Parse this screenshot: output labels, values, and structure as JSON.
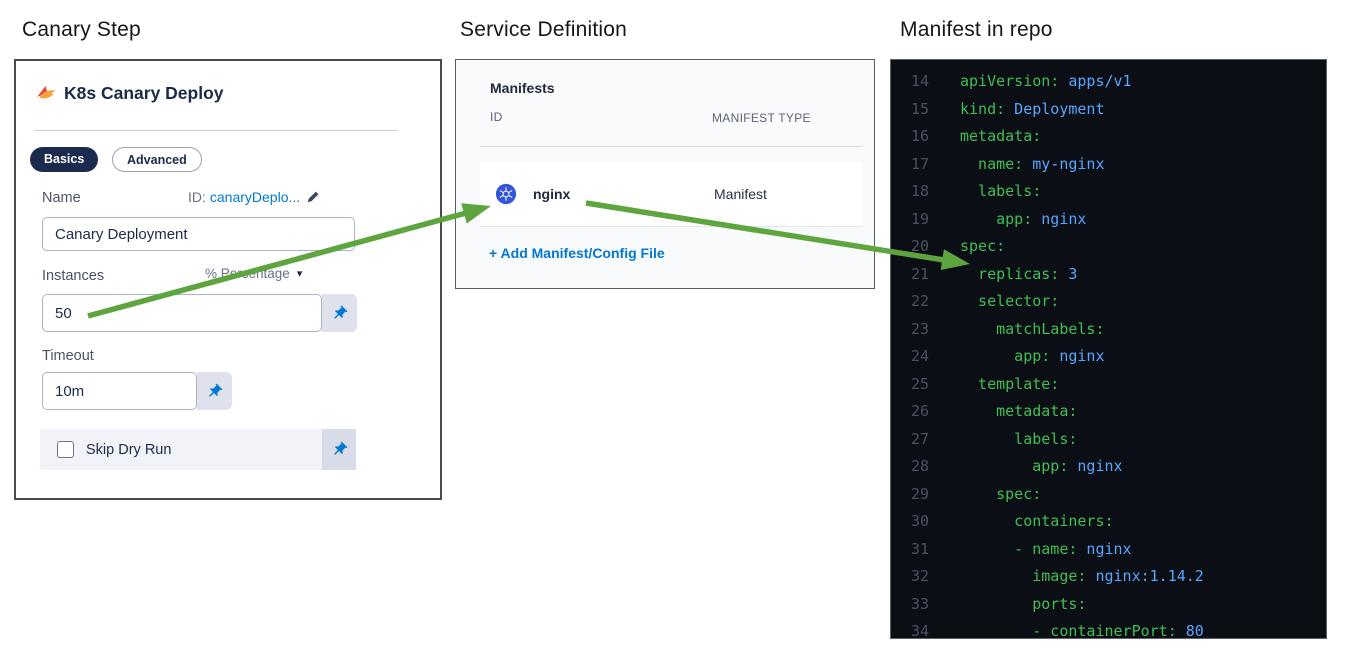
{
  "colors": {
    "accent_blue": "#0278d5",
    "navy": "#1d2a47",
    "pill_navy": "#1b2b4e",
    "arrow_green": "#5fa53f",
    "code_bg": "#0b0e14",
    "code_key": "#3fbf54",
    "code_value": "#58a6ff",
    "code_linenum": "#4a5160",
    "k8s_blue": "#3355d8"
  },
  "titles": {
    "canary_step": "Canary Step",
    "service_definition": "Service Definition",
    "manifest_in_repo": "Manifest in repo"
  },
  "canary_panel": {
    "header": "K8s Canary Deploy",
    "tabs": [
      {
        "label": "Basics",
        "active": true
      },
      {
        "label": "Advanced",
        "active": false
      }
    ],
    "name_label": "Name",
    "id_prefix": "ID:",
    "id_value": "canaryDeplo...",
    "name_value": "Canary Deployment",
    "instances_label": "Instances",
    "instances_unit": "% Percentage",
    "instances_unit_caret": "▾",
    "instances_value": "50",
    "timeout_label": "Timeout",
    "timeout_value": "10m",
    "skip_dry_run_label": "Skip Dry Run",
    "skip_dry_run_checked": false
  },
  "service_panel": {
    "heading": "Manifests",
    "columns": [
      "ID",
      "MANIFEST TYPE"
    ],
    "rows": [
      {
        "id": "nginx",
        "type": "Manifest",
        "icon": "kubernetes-icon"
      }
    ],
    "add_link": "+ Add Manifest/Config File"
  },
  "code_panel": {
    "language": "yaml",
    "lines": [
      {
        "n": 14,
        "parts": [
          [
            "k",
            "apiVersion:"
          ],
          [
            "v",
            " apps/v1"
          ]
        ]
      },
      {
        "n": 15,
        "parts": [
          [
            "k",
            "kind:"
          ],
          [
            "v",
            " Deployment"
          ]
        ]
      },
      {
        "n": 16,
        "parts": [
          [
            "k",
            "metadata:"
          ]
        ]
      },
      {
        "n": 17,
        "parts": [
          [
            "k",
            "  name:"
          ],
          [
            "v",
            " my-nginx"
          ]
        ]
      },
      {
        "n": 18,
        "parts": [
          [
            "k",
            "  labels:"
          ]
        ]
      },
      {
        "n": 19,
        "parts": [
          [
            "k",
            "    app:"
          ],
          [
            "v",
            " nginx"
          ]
        ]
      },
      {
        "n": 20,
        "parts": [
          [
            "k",
            "spec:"
          ]
        ]
      },
      {
        "n": 21,
        "parts": [
          [
            "k",
            "  replicas:"
          ],
          [
            "v",
            " 3"
          ]
        ]
      },
      {
        "n": 22,
        "parts": [
          [
            "k",
            "  selector:"
          ]
        ]
      },
      {
        "n": 23,
        "parts": [
          [
            "k",
            "    matchLabels:"
          ]
        ]
      },
      {
        "n": 24,
        "parts": [
          [
            "k",
            "      app:"
          ],
          [
            "v",
            " nginx"
          ]
        ]
      },
      {
        "n": 25,
        "parts": [
          [
            "k",
            "  template:"
          ]
        ]
      },
      {
        "n": 26,
        "parts": [
          [
            "k",
            "    metadata:"
          ]
        ]
      },
      {
        "n": 27,
        "parts": [
          [
            "k",
            "      labels:"
          ]
        ]
      },
      {
        "n": 28,
        "parts": [
          [
            "k",
            "        app:"
          ],
          [
            "v",
            " nginx"
          ]
        ]
      },
      {
        "n": 29,
        "parts": [
          [
            "k",
            "    spec:"
          ]
        ]
      },
      {
        "n": 30,
        "parts": [
          [
            "k",
            "      containers:"
          ]
        ]
      },
      {
        "n": 31,
        "parts": [
          [
            "k",
            "      - name:"
          ],
          [
            "v",
            " nginx"
          ]
        ]
      },
      {
        "n": 32,
        "parts": [
          [
            "k",
            "        image:"
          ],
          [
            "v",
            " nginx:1.14.2"
          ]
        ]
      },
      {
        "n": 33,
        "parts": [
          [
            "k",
            "        ports:"
          ]
        ]
      },
      {
        "n": 34,
        "parts": [
          [
            "k",
            "        - containerPort:"
          ],
          [
            "v",
            " 80"
          ]
        ]
      }
    ]
  }
}
